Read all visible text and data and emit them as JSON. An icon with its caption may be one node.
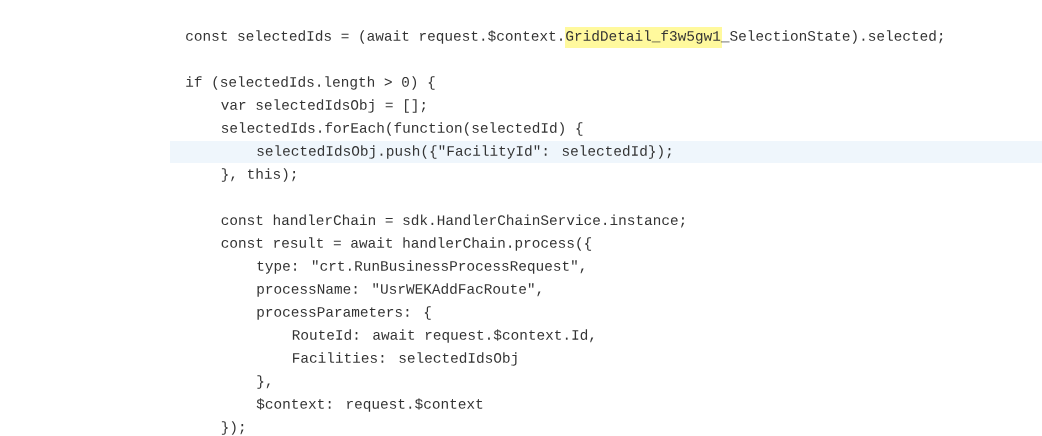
{
  "diagram": {
    "labels": [
      "const selectedIds = (await request.$context.GridDetail_f3w5gw1_SelectionState).selected;",
      "if (selectedIds.length > 0) {",
      "var selectedIdsObj = [];",
      "selectedIds.forEach(function(selectedId) {",
      "selectedIdsObj.push({\"FacilityId\": selectedId});",
      "}, this);",
      "const handlerChain = sdk.HandlerChainService.instance;",
      "const result = await handlerChain.process({",
      "type: \"crt.RunBusinessProcessRequest\",",
      "processName: \"UsrWEKAddFacRoute\",",
      "processParameters: {",
      "RouteId: await request.$context.Id,",
      "Facilities: selectedIdsObj",
      "},",
      "$context: request.$context",
      "});"
    ]
  }
}
